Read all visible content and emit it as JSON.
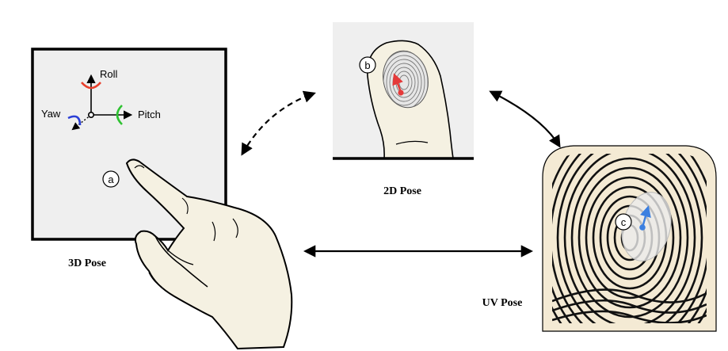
{
  "axes": {
    "roll": "Roll",
    "yaw": "Yaw",
    "pitch": "Pitch"
  },
  "markers": {
    "a": "a",
    "b": "b",
    "c": "c"
  },
  "captions": {
    "pose_3d": "3D Pose",
    "pose_2d": "2D Pose",
    "pose_uv": "UV Pose"
  },
  "colors": {
    "roll_arc": "#e8402c",
    "yaw_arc": "#2b3fd6",
    "pitch_arc": "#2fc232",
    "pose2d_arrow": "#e53a3a",
    "uv_arrow": "#3b7fe0",
    "panel_bg": "#efefef",
    "finger_fill": "#f5f1e2",
    "uv_bg": "#f4ead4"
  }
}
